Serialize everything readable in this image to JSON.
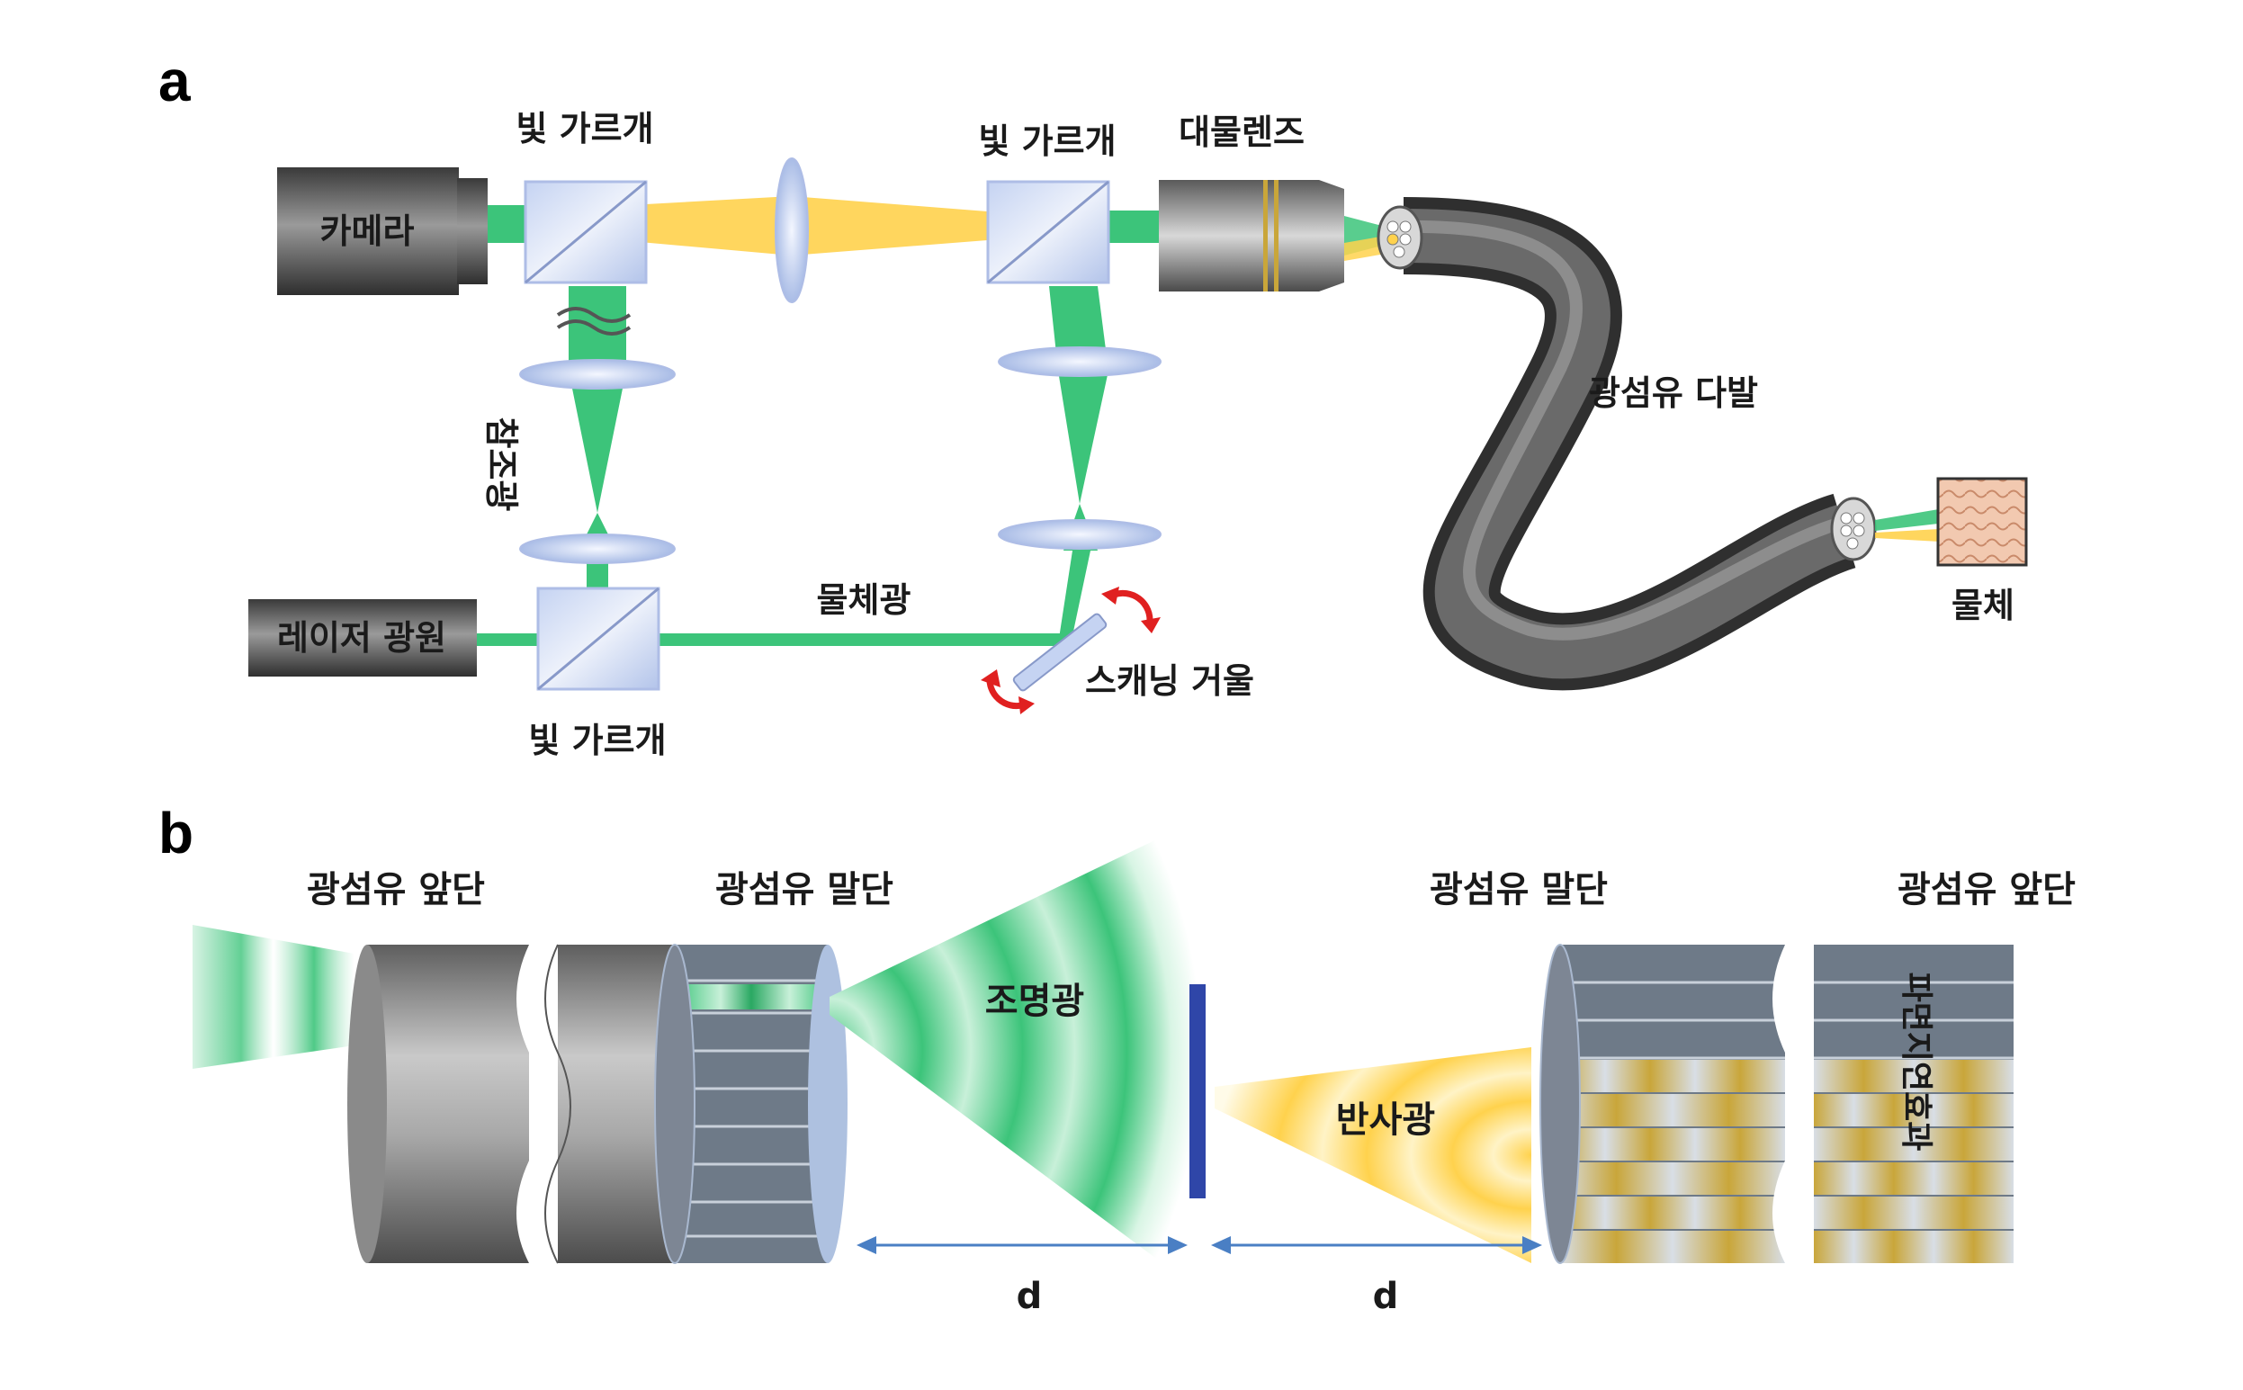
{
  "panel_a": {
    "letter": "a",
    "camera": "카메라",
    "beam_splitter_top_left": "빛 가르개",
    "beam_splitter_top_right": "빛 가르개",
    "beam_splitter_bottom": "빛 가르개",
    "objective_lens": "대물렌즈",
    "reference_beam": "참조광",
    "laser_source": "레이저 광원",
    "object_beam": "물체광",
    "scanning_mirror": "스캐닝 거울",
    "fiber_bundle": "광섬유 다발",
    "object": "물체"
  },
  "panel_b": {
    "letter": "b",
    "fiber_front_left": "광섬유 앞단",
    "fiber_end_left": "광섬유 말단",
    "fiber_end_right": "광섬유 말단",
    "fiber_front_right": "광섬유 앞단",
    "illumination": "조명광",
    "reflected": "반사광",
    "wavefront_delay": "파면지연효과",
    "distance_left": "d",
    "distance_right": "d"
  },
  "colors": {
    "green_beam": "#3cc47a",
    "yellow_beam": "#ffd24d",
    "lens_blue": "#b9c8ec",
    "fiber_gray": "#56585c",
    "mirror_blue": "#2f46a8",
    "arrow_red": "#e02020",
    "arrow_blue": "#4a7fc4"
  }
}
